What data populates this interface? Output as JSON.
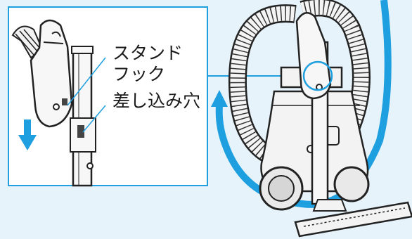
{
  "labels": {
    "stand_hook_line1": "スタンド",
    "stand_hook_line2": "フック",
    "insert_hole": "差し込み穴"
  },
  "colors": {
    "background": "#e6f3fb",
    "panel": "#ffffff",
    "accent_blue": "#1e9fe0",
    "outline": "#222222"
  }
}
